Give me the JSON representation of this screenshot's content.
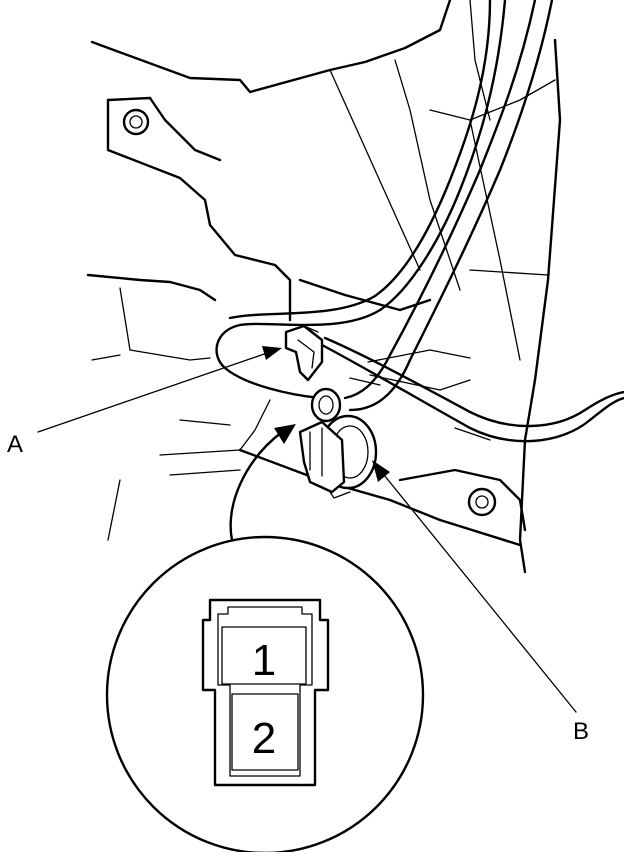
{
  "callouts": {
    "a": "A",
    "b": "B"
  },
  "connector_view": {
    "pin1": "1",
    "pin2": "2"
  }
}
